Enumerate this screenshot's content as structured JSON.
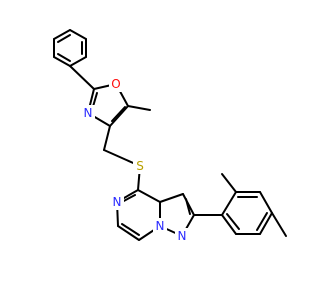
{
  "colors": {
    "bond": "#000000",
    "carbon": "#000000",
    "nitrogen": "#2a2aff",
    "oxygen": "#ff0d0d",
    "sulfur": "#b8a000"
  },
  "atom_labels": {
    "o_oxazole": "O",
    "n_oxazole": "N",
    "s_thioether": "S",
    "n_pyrazine": "N",
    "n_bridge": "N",
    "n_pyrazole": "N"
  }
}
